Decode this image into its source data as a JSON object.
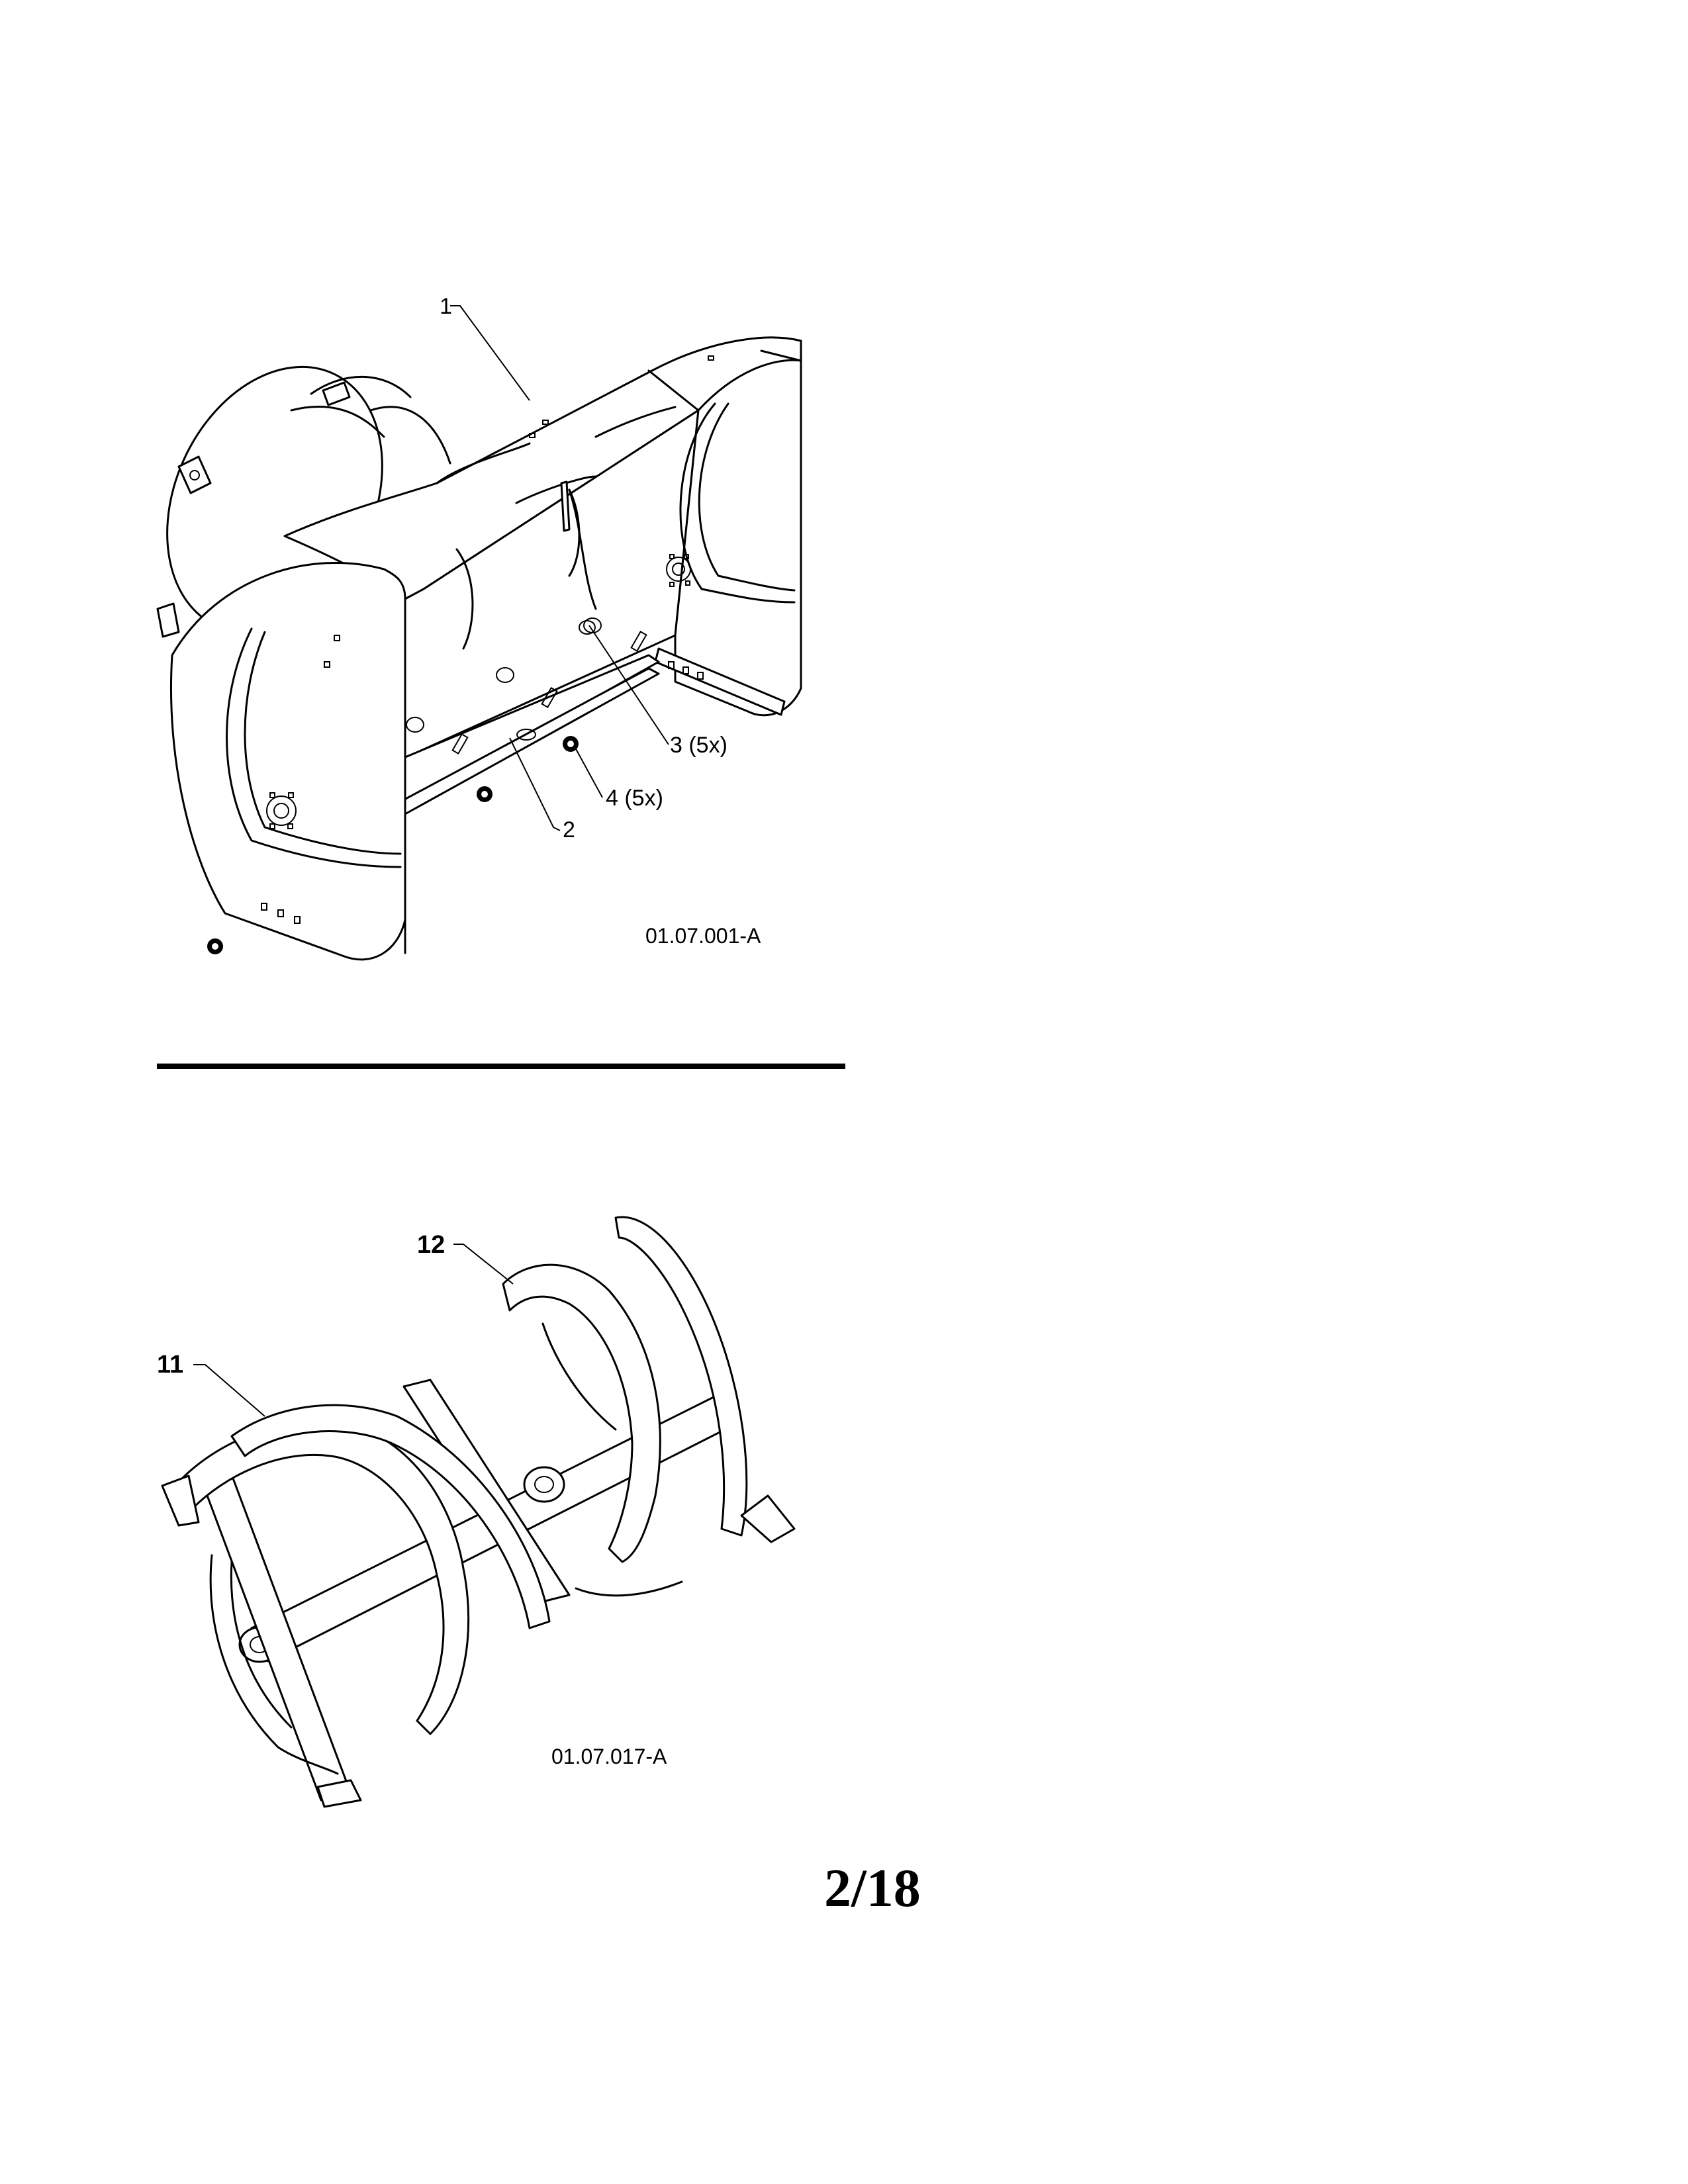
{
  "figure_top": {
    "callouts": [
      {
        "id": "callout-1",
        "text": "1"
      },
      {
        "id": "callout-2",
        "text": "2"
      },
      {
        "id": "callout-3",
        "text": "3 (5x)"
      },
      {
        "id": "callout-4",
        "text": "4 (5x)"
      }
    ],
    "code": "01.07.001-A"
  },
  "figure_bottom": {
    "callouts": [
      {
        "id": "callout-11",
        "text": "11"
      },
      {
        "id": "callout-12",
        "text": "12"
      }
    ],
    "code": "01.07.017-A"
  },
  "page_number": "2/18"
}
